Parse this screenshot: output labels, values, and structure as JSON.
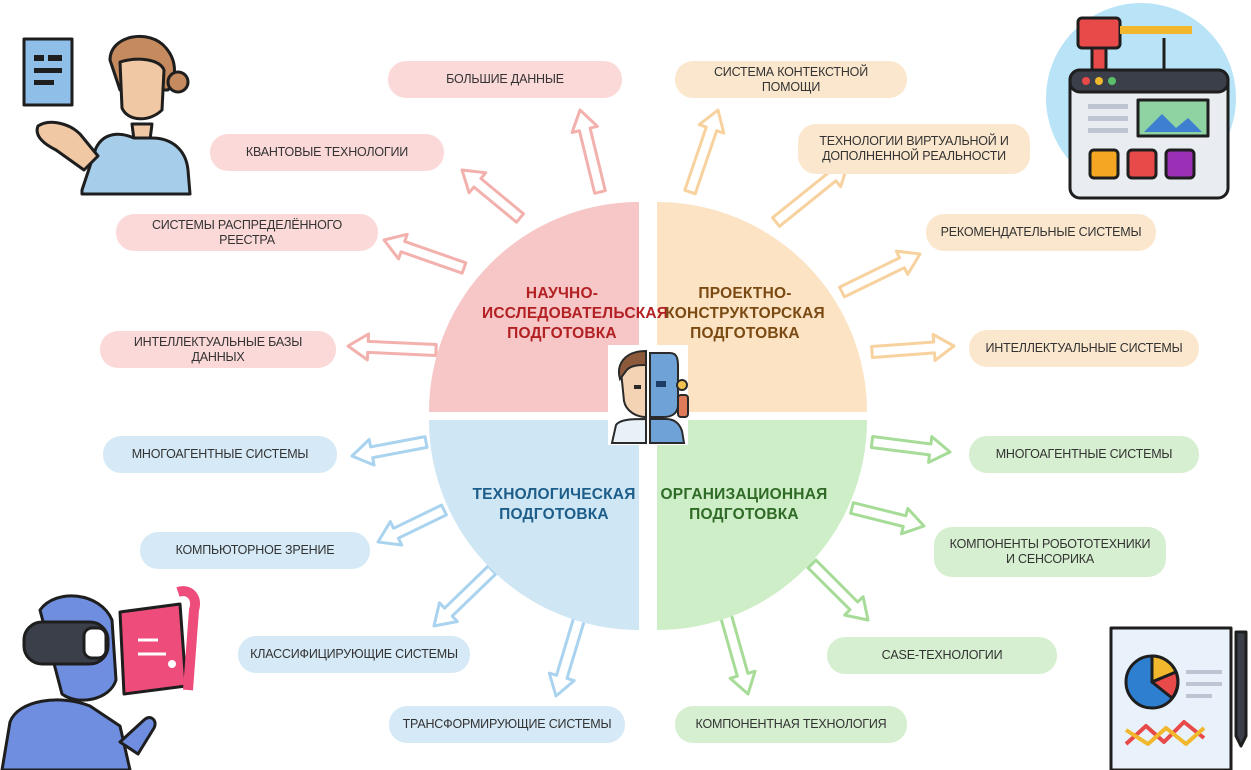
{
  "colors": {
    "red_fill": "#f6c7c6",
    "red_pill": "#fbd9d8",
    "red_arrow": "#f3b1ae",
    "red_text": "#b32024",
    "orange_fill": "#fbe3c4",
    "orange_pill": "#fbe7cd",
    "orange_arrow": "#f7d19e",
    "orange_text": "#7b4a12",
    "blue_fill": "#cfe6f4",
    "blue_pill": "#d5e9f6",
    "blue_arrow": "#a9d3ee",
    "blue_text": "#1d5d8a",
    "green_fill": "#cdeec6",
    "green_pill": "#d6efd0",
    "green_arrow": "#a6dc98",
    "green_text": "#2f6a26"
  },
  "quadrants": {
    "research": "НАУЧНО-\nИССЛЕДОВАТЕЛЬСКАЯ\nПОДГОТОВКА",
    "design": "ПРОЕКТНО-\nКОНСТРУКТОРСКАЯ\nПОДГОТОВКА",
    "technological": "ТЕХНОЛОГИЧЕСКАЯ\nПОДГОТОВКА",
    "organizational": "ОРГАНИЗАЦИОННАЯ\nПОДГОТОВКА"
  },
  "research_items": [
    "БОЛЬШИЕ ДАННЫЕ",
    "КВАНТОВЫЕ ТЕХНОЛОГИИ",
    "СИСТЕМЫ РАСПРЕДЕЛЁННОГО РЕЕСТРА",
    "ИНТЕЛЛЕКТУАЛЬНЫЕ БАЗЫ ДАННЫХ"
  ],
  "design_items": [
    "СИСТЕМА КОНТЕКСТНОЙ ПОМОЩИ",
    "ТЕХНОЛОГИИ ВИРТУАЛЬНОЙ И ДОПОЛНЕННОЙ РЕАЛЬНОСТИ",
    "РЕКОМЕНДАТЕЛЬНЫЕ СИСТЕМЫ",
    "ИНТЕЛЛЕКТУАЛЬНЫЕ СИСТЕМЫ"
  ],
  "technological_items": [
    "МНОГОАГЕНТНЫЕ СИСТЕМЫ",
    "КОМПЬЮТОРНОЕ ЗРЕНИЕ",
    "КЛАССИФИЦИРУЮЩИЕ СИСТЕМЫ",
    "ТРАНСФОРМИРУЮЩИЕ СИСТЕМЫ"
  ],
  "organizational_items": [
    "МНОГОАГЕНТНЫЕ СИСТЕМЫ",
    "КОМПОНЕНТЫ РОБОТОТЕХНИКИ И СЕНСОРИКА",
    "CASE-ТЕХНОЛОГИИ",
    "КОМПОНЕНТНАЯ ТЕХНОЛОГИЯ"
  ],
  "icons": {
    "top_left": "woman-with-document-icon",
    "top_right": "web-constructor-crane-icon",
    "bottom_left": "vr-headset-person-icon",
    "bottom_right": "report-charts-icon",
    "center": "human-robot-hybrid-icon"
  }
}
